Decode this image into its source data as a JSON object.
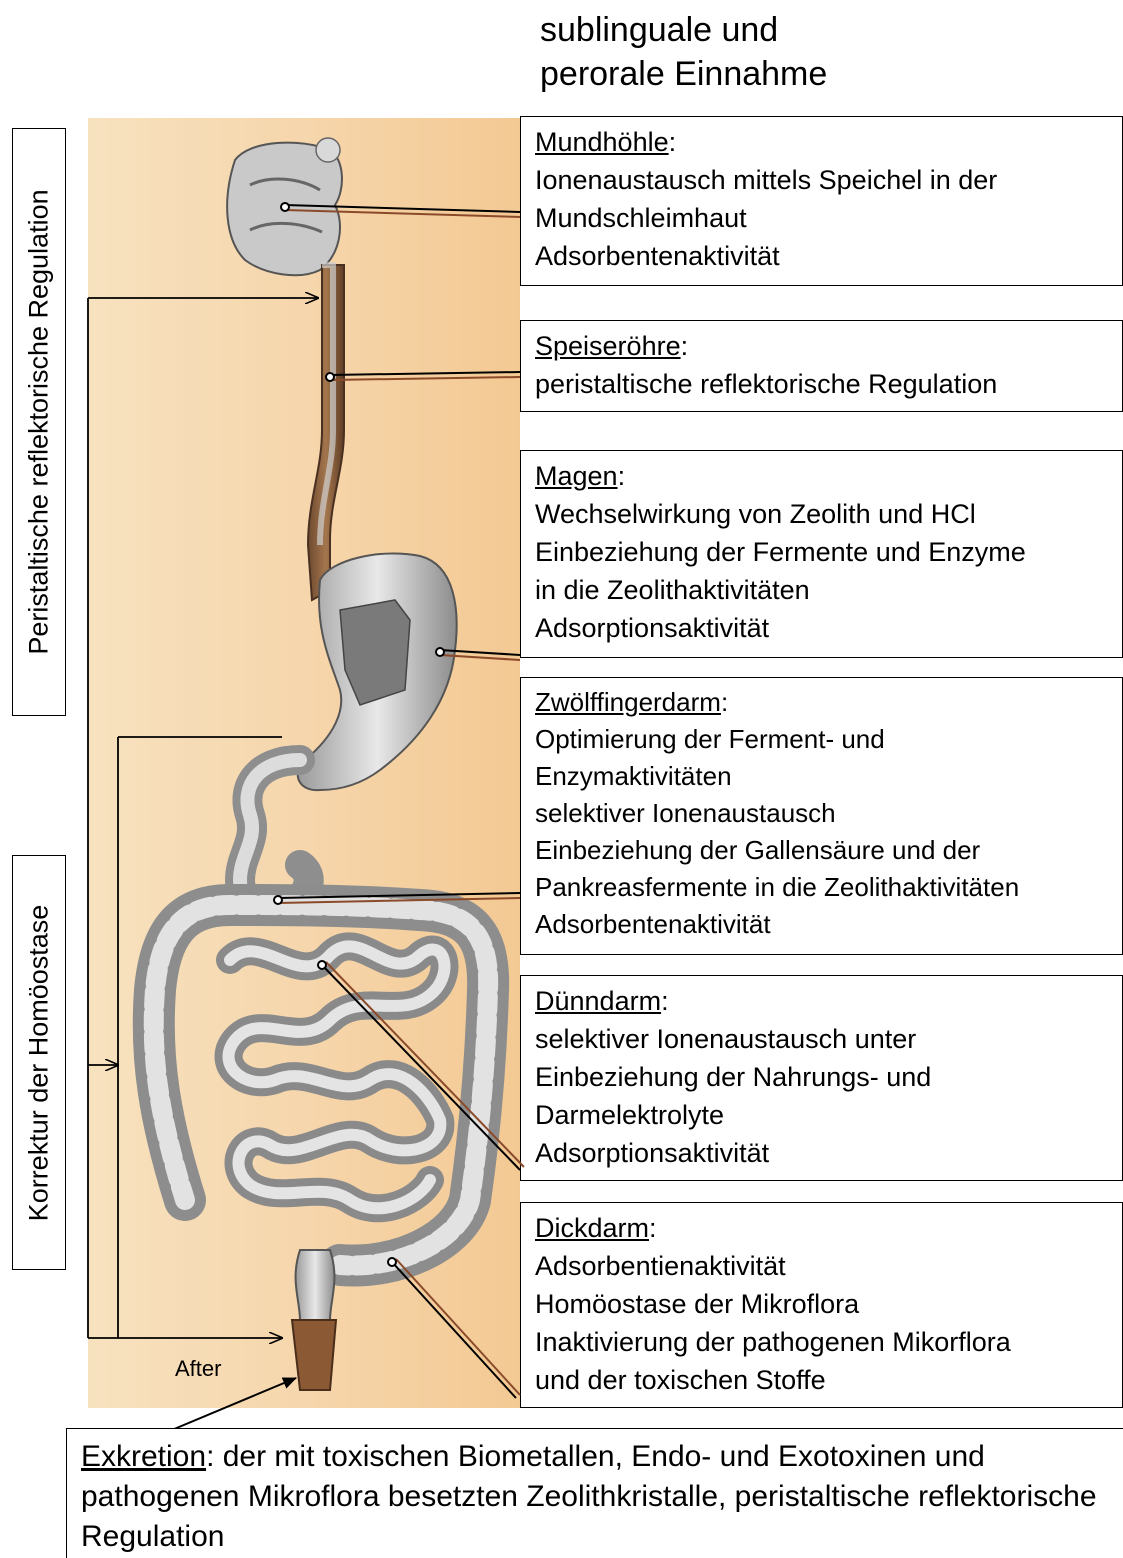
{
  "title": {
    "line1": "sublinguale und",
    "line2": "perorale Einnahme"
  },
  "side_labels": {
    "top": "Peristaltische reflektorische Regulation",
    "bottom": "Korrektur der Homöostase"
  },
  "after_label": "After",
  "organs": [
    {
      "name": "Mundhöhle",
      "lines": [
        "Ionenaustausch mittels Speichel in der",
        "Mundschleimhaut",
        "Adsorbentenaktivität"
      ]
    },
    {
      "name": "Speiseröhre",
      "lines": [
        "peristaltische reflektorische Regulation"
      ]
    },
    {
      "name": "Magen",
      "lines": [
        "Wechselwirkung von Zeolith und HCl",
        "Einbeziehung der Fermente und Enzyme",
        "in die Zeolithaktivitäten",
        "Adsorptionsaktivität"
      ]
    },
    {
      "name": "Zwölffingerdarm",
      "lines": [
        "Optimierung der Ferment- und",
        "Enzymaktivitäten",
        "selektiver Ionenaustausch",
        "Einbeziehung der Gallensäure und der",
        "Pankreasfermente in die Zeolithaktivitäten",
        "Adsorbentenaktivität"
      ]
    },
    {
      "name": "Dünndarm",
      "lines": [
        "selektiver Ionenaustausch unter",
        "Einbeziehung der Nahrungs- und",
        "Darmelektrolyte",
        "Adsorptionsaktivität"
      ]
    },
    {
      "name": "Dickdarm",
      "lines": [
        "Adsorbentienaktivität",
        "Homöostase der Mikroflora",
        "Inaktivierung der pathogenen Mikorflora",
        "und der toxischen Stoffe"
      ]
    }
  ],
  "exkretion": {
    "head": "Exkretion",
    "text": ": der mit toxischen Biometallen, Endo- und Exotoxinen und pathogenen Mikroflora besetzten Zeolithkristalle, peristaltische reflektorische Regulation"
  }
}
